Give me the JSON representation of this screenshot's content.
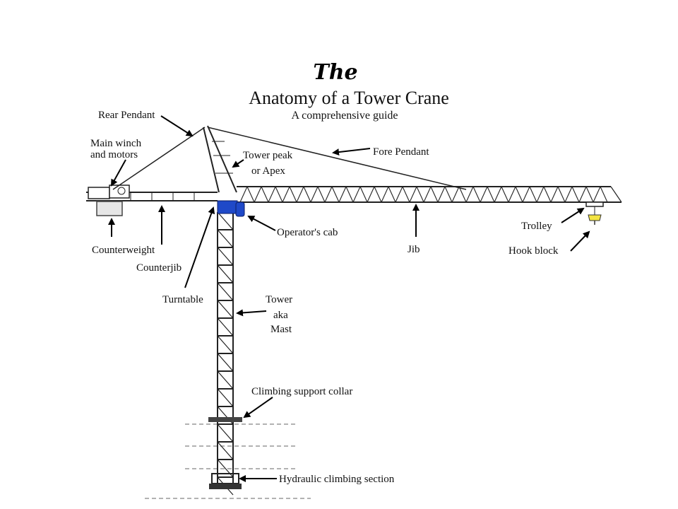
{
  "title": {
    "line1": "The",
    "line2": "Anatomy of a Tower Crane",
    "subtitle": "A comprehensive guide"
  },
  "labels": {
    "rear_pendant": "Rear Pendant",
    "main_winch_1": "Main winch",
    "main_winch_2": "and motors",
    "tower_peak_1": "Tower peak",
    "tower_peak_2": "or Apex",
    "fore_pendant": "Fore Pendant",
    "operators_cab": "Operator's cab",
    "jib": "Jib",
    "trolley": "Trolley",
    "hook_block": "Hook block",
    "counterweight": "Counterweight",
    "counterjib": "Counterjib",
    "turntable": "Turntable",
    "tower_1": "Tower",
    "tower_2": "aka",
    "tower_3": "Mast",
    "climbing_collar": "Climbing support collar",
    "hydraulic_section": "Hydraulic climbing section"
  },
  "colors": {
    "cab": "#1f49c8",
    "hook": "#f3e443",
    "line": "#222222",
    "counterweight": "#e6e6e6"
  }
}
